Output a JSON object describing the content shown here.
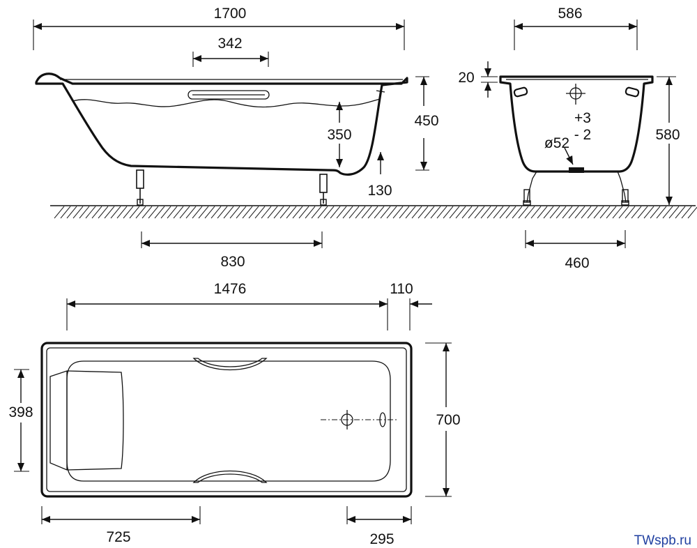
{
  "side_view": {
    "overall_length": "1700",
    "handle_width": "342",
    "total_height": "450",
    "inner_depth": "350",
    "base_clearance": "130",
    "leg_spacing": "830"
  },
  "end_view": {
    "overall_width": "586",
    "rim_thickness": "20",
    "total_height": "580",
    "drain_diameter": "ø52",
    "tolerance_plus": "+3",
    "tolerance_minus": "- 2",
    "leg_spacing": "460"
  },
  "top_view": {
    "inner_length": "1476",
    "end_offset": "110",
    "overall_width": "700",
    "inner_width": "398",
    "headrest_to_handle": "725",
    "drain_offset": "295"
  },
  "watermark": "TWspb.ru",
  "colors": {
    "line": "#111111",
    "watermark": "#1f3fa0"
  }
}
